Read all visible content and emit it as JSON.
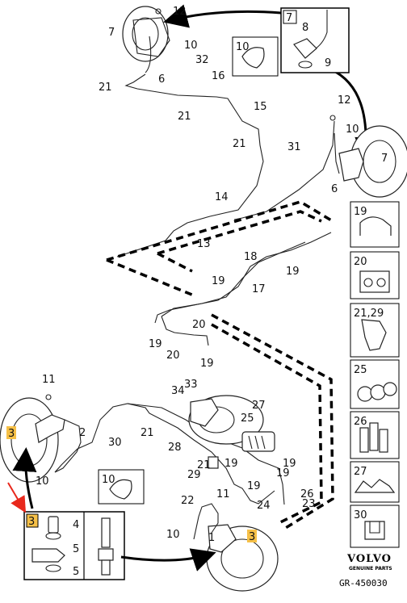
{
  "diagram": {
    "part_labels": [
      {
        "id": "l12a",
        "text": "12"
      },
      {
        "id": "l7a",
        "text": "7"
      },
      {
        "id": "l10a",
        "text": "10"
      },
      {
        "id": "l32",
        "text": "32"
      },
      {
        "id": "l6a",
        "text": "6"
      },
      {
        "id": "l21a",
        "text": "21"
      },
      {
        "id": "l16",
        "text": "16"
      },
      {
        "id": "l21b",
        "text": "21"
      },
      {
        "id": "l15",
        "text": "15"
      },
      {
        "id": "l21c",
        "text": "21"
      },
      {
        "id": "l12b",
        "text": "12"
      },
      {
        "id": "l10b",
        "text": "10"
      },
      {
        "id": "l31",
        "text": "31"
      },
      {
        "id": "l7b",
        "text": "7"
      },
      {
        "id": "l6b",
        "text": "6"
      },
      {
        "id": "l14",
        "text": "14"
      },
      {
        "id": "l13",
        "text": "13"
      },
      {
        "id": "l18",
        "text": "18"
      },
      {
        "id": "l19a",
        "text": "19"
      },
      {
        "id": "l17",
        "text": "17"
      },
      {
        "id": "l19b",
        "text": "19"
      },
      {
        "id": "l20a",
        "text": "20"
      },
      {
        "id": "l19c",
        "text": "19"
      },
      {
        "id": "l20b",
        "text": "20"
      },
      {
        "id": "l19d",
        "text": "19"
      },
      {
        "id": "l11a",
        "text": "11"
      },
      {
        "id": "l2",
        "text": "2"
      },
      {
        "id": "l34",
        "text": "34"
      },
      {
        "id": "l33",
        "text": "33"
      },
      {
        "id": "l27",
        "text": "27"
      },
      {
        "id": "l25",
        "text": "25"
      },
      {
        "id": "l30",
        "text": "30"
      },
      {
        "id": "l21d",
        "text": "21"
      },
      {
        "id": "l28",
        "text": "28"
      },
      {
        "id": "l21e",
        "text": "21"
      },
      {
        "id": "l19e",
        "text": "19"
      },
      {
        "id": "l19f",
        "text": "19"
      },
      {
        "id": "l19g",
        "text": "19"
      },
      {
        "id": "l29",
        "text": "29"
      },
      {
        "id": "l10c",
        "text": "10"
      },
      {
        "id": "l19h",
        "text": "19"
      },
      {
        "id": "l26",
        "text": "26"
      },
      {
        "id": "l22",
        "text": "22"
      },
      {
        "id": "l11b",
        "text": "11"
      },
      {
        "id": "l24",
        "text": "24"
      },
      {
        "id": "l23",
        "text": "23"
      },
      {
        "id": "l10d",
        "text": "10"
      },
      {
        "id": "l1",
        "text": "1"
      }
    ],
    "top_inset": {
      "box_label": "7",
      "parts": [
        "8",
        "9"
      ]
    },
    "clip_insets": {
      "upper": "10",
      "lower": "10"
    },
    "side_panel": [
      "19",
      "20",
      "21,29",
      "25",
      "26",
      "27",
      "30"
    ],
    "callout_highlight": "3",
    "detail_inset": {
      "box_label": "3",
      "parts": [
        "4",
        "5",
        "5"
      ]
    },
    "brand": {
      "logo": "VOLVO",
      "tagline": "GENUINE PARTS",
      "code": "GR-450030"
    },
    "colors": {
      "highlight": "#f6c047",
      "arrow": "#e8281c"
    }
  }
}
